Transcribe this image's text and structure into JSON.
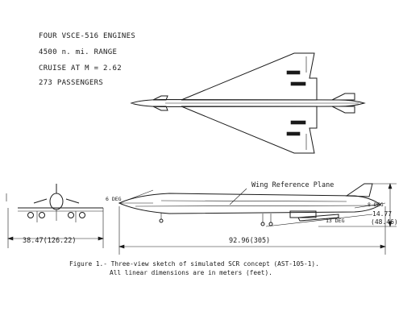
{
  "specs": {
    "engines": "FOUR  VSCE-516 ENGINES",
    "range": "4500 n. mi. RANGE",
    "cruise": "CRUISE AT M = 2.62",
    "passengers": "273 PASSENGERS"
  },
  "labels": {
    "wing_reference_plane": "Wing Reference Plane",
    "angle_left": "6 DEG",
    "angle_right": "8 DEG",
    "angle_tail": "13 DEG",
    "height": "14.77",
    "height_ft": "(48.46)",
    "span": "38.47(126.22)",
    "length": "92.96(305)"
  },
  "caption": {
    "line1": "Figure 1.- Three-view sketch of simulated SCR concept (AST-105-1).",
    "line2": "All linear dimensions are in meters (feet)."
  }
}
